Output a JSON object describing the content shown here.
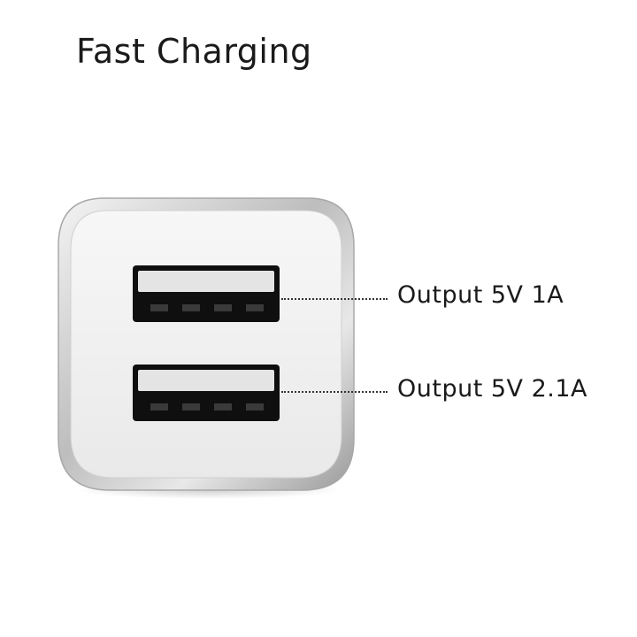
{
  "title": "Fast Charging",
  "ports": [
    {
      "label": "Output 5V 1A"
    },
    {
      "label": "Output 5V 2.1A"
    }
  ],
  "colors": {
    "text": "#1a1a1a",
    "bezel": "#c8c8c8",
    "face": "#f1f1f1",
    "port_shell": "#111111",
    "port_tongue": "#e6e6e6"
  },
  "icons": {
    "charger": "dual-usb-car-charger-icon"
  }
}
